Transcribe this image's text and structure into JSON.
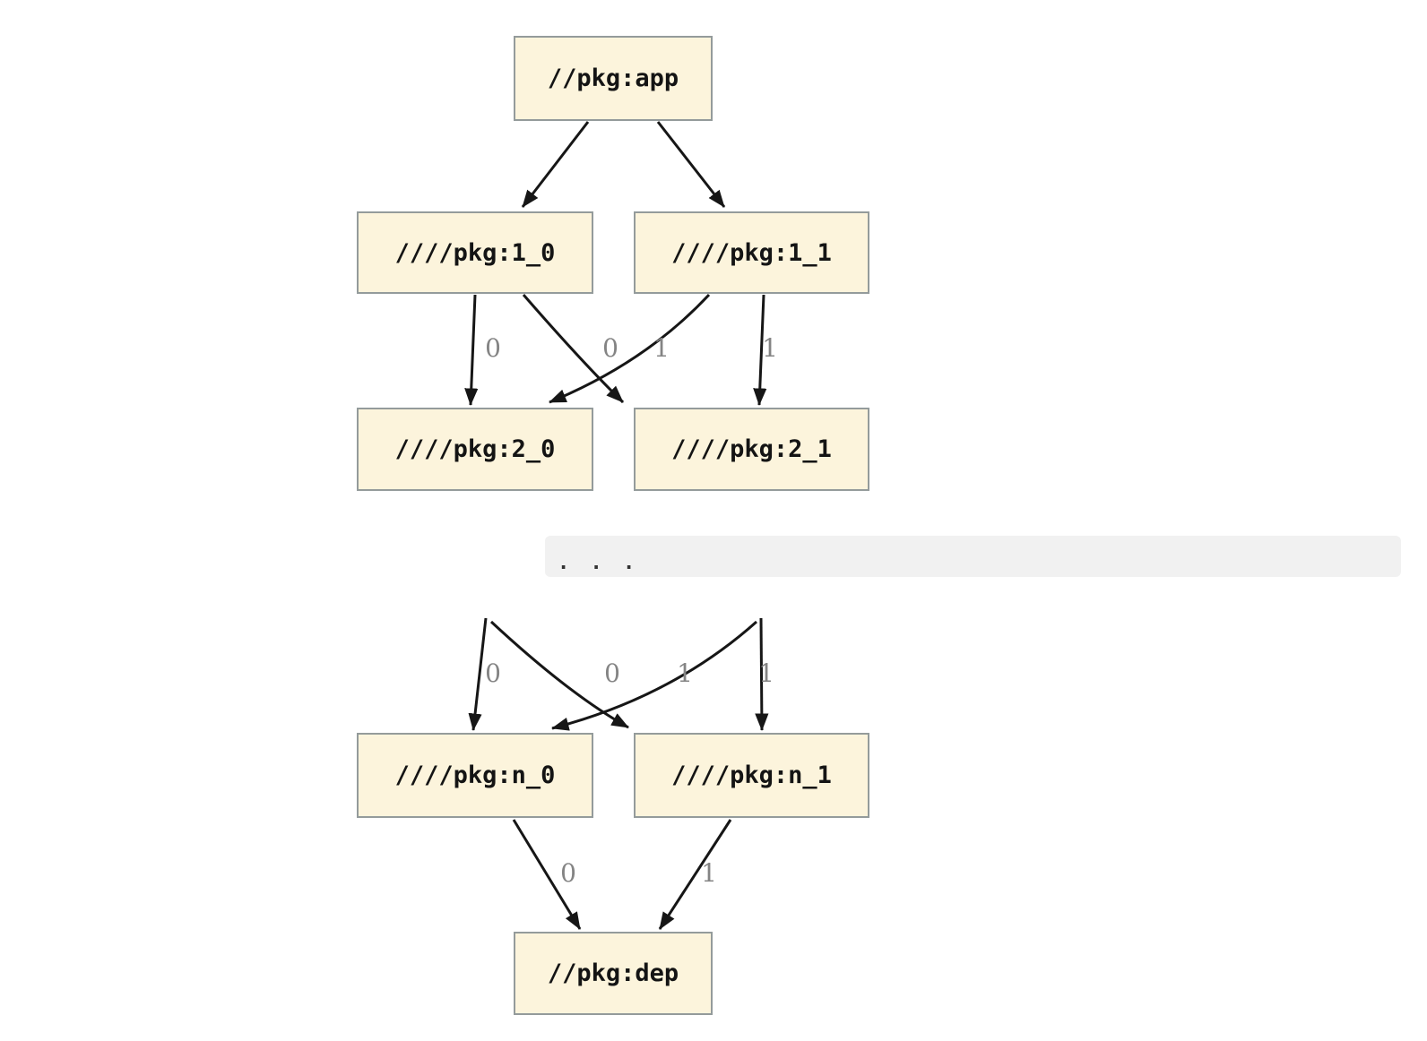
{
  "diagram": {
    "nodes": [
      {
        "id": "app",
        "label": "//pkg:app"
      },
      {
        "id": "1_0",
        "label": "////pkg:1_0"
      },
      {
        "id": "1_1",
        "label": "////pkg:1_1"
      },
      {
        "id": "2_0",
        "label": "////pkg:2_0"
      },
      {
        "id": "2_1",
        "label": "////pkg:2_1"
      },
      {
        "id": "n_0",
        "label": "////pkg:n_0"
      },
      {
        "id": "n_1",
        "label": "////pkg:n_1"
      },
      {
        "id": "dep",
        "label": "//pkg:dep"
      }
    ],
    "ellipsis": ". . .",
    "edge_labels": {
      "level1_to_level2": [
        {
          "edge": "1_0->2_0",
          "label": "0"
        },
        {
          "edge": "1_0->2_1",
          "label": "0"
        },
        {
          "edge": "1_1->2_0",
          "label": "1"
        },
        {
          "edge": "1_1->2_1",
          "label": "1"
        }
      ],
      "hidden_to_leveln": [
        {
          "edge": "prev_0->n_0",
          "label": "0"
        },
        {
          "edge": "prev_0->n_1",
          "label": "0"
        },
        {
          "edge": "prev_1->n_0",
          "label": "1"
        },
        {
          "edge": "prev_1->n_1",
          "label": "1"
        }
      ],
      "leveln_to_dep": [
        {
          "edge": "n_0->dep",
          "label": "0"
        },
        {
          "edge": "n_1->dep",
          "label": "1"
        }
      ]
    },
    "colors": {
      "background": "#ffffff",
      "node_fill": "#fcf4dc",
      "node_border": "#949b9b",
      "edge": "#161616",
      "edge_label": "#848484",
      "ellipsis_band": "#f1f1f1",
      "ellipsis_text": "#333333"
    }
  }
}
